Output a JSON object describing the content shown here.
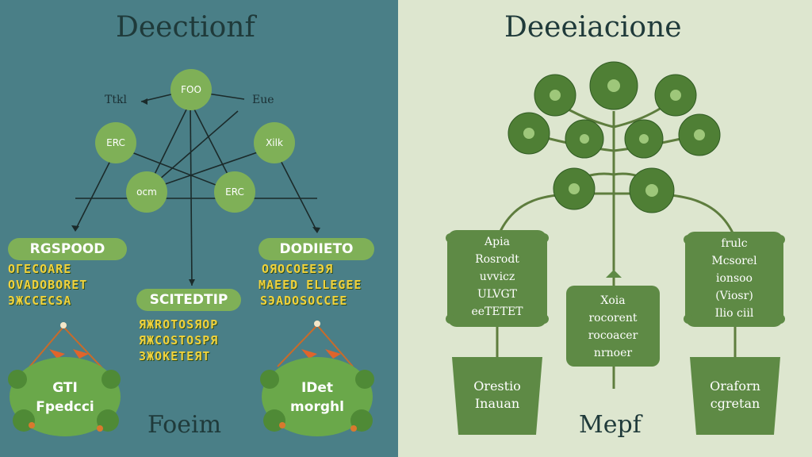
{
  "left": {
    "title": "Deectionf",
    "top_node": "FOO",
    "label_left": "Ttkl",
    "label_right": "Eue",
    "node_mid_left": "ERC",
    "node_mid_right": "Xilk",
    "node_low_left": "ocm",
    "node_low_right": "ERC",
    "box_left": {
      "title": "RGSPOOD",
      "lines": [
        "ОГЕCOARЕ",
        "OVADOBORET",
        "ЭЖСCECSA"
      ]
    },
    "box_center": {
      "title": "SCITEDTIP",
      "lines": [
        "ЯЖROTOSЯОР",
        "ЯЖCOSTOSPЯ",
        "ЗЖОКЕТЕЯТ"
      ]
    },
    "box_right": {
      "title": "DODIIETO",
      "lines": [
        "OЯОCOEEЭЯ",
        "MAEED ELLEGEE",
        "SЭADOSOCCEE"
      ]
    },
    "bush_left": [
      "GTI",
      "Fpedcci"
    ],
    "bush_right": [
      "IDet",
      "morghl"
    ],
    "bottom_label": "Foeim"
  },
  "right": {
    "title": "Deeeiacione",
    "card_left": [
      "Apia",
      "Rosrodt",
      "uvvicz",
      "ULVGT",
      "eeTETET"
    ],
    "card_center": [
      "Xoia",
      "rocorent",
      "rocoacer",
      "nrnoer"
    ],
    "card_right": [
      "frulc",
      "Mcsorel",
      "ionsoo",
      "(Viosr)",
      "Ilio ciil"
    ],
    "pot_left": [
      "Orestio",
      "Inauan"
    ],
    "pot_right": [
      "Oraforn",
      "cgretan"
    ],
    "bottom_label": "Mepf"
  },
  "colors": {
    "left_bg": "#4a7f87",
    "right_bg": "#dde6cf",
    "node_green": "#7fb057",
    "card_green": "#5e8a45",
    "accent_yellow": "#f0d23c"
  }
}
